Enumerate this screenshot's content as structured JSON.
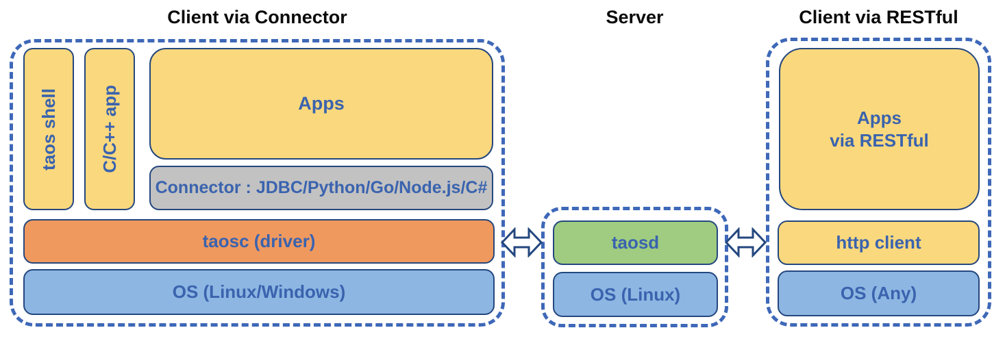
{
  "colors": {
    "yellow": "#FAD87D",
    "orange": "#F0995F",
    "light-blue": "#8DB6E3",
    "green": "#9FCC80",
    "gray": "#C2C2C2",
    "navy": "#24477E",
    "dash-blue": "#3E68B8",
    "text-blue": "#3A63AE",
    "title-black": "#0A0A0A",
    "arrow-fill": "#FFFFFF"
  },
  "sections": {
    "client_connector": {
      "title": "Client via Connector",
      "taos_shell": "taos shell",
      "cpp_app": "C/C++ app",
      "apps": "Apps",
      "connector": "Connector : JDBC/Python/Go/Node.js/C#",
      "taosc": "taosc (driver)",
      "os": "OS (Linux/Windows)"
    },
    "server": {
      "title": "Server",
      "taosd": "taosd",
      "os": "OS (Linux)"
    },
    "client_restful": {
      "title": "Client via RESTful",
      "apps_line1": "Apps",
      "apps_line2": "via RESTful",
      "http_client": "http client",
      "os": "OS (Any)"
    }
  }
}
